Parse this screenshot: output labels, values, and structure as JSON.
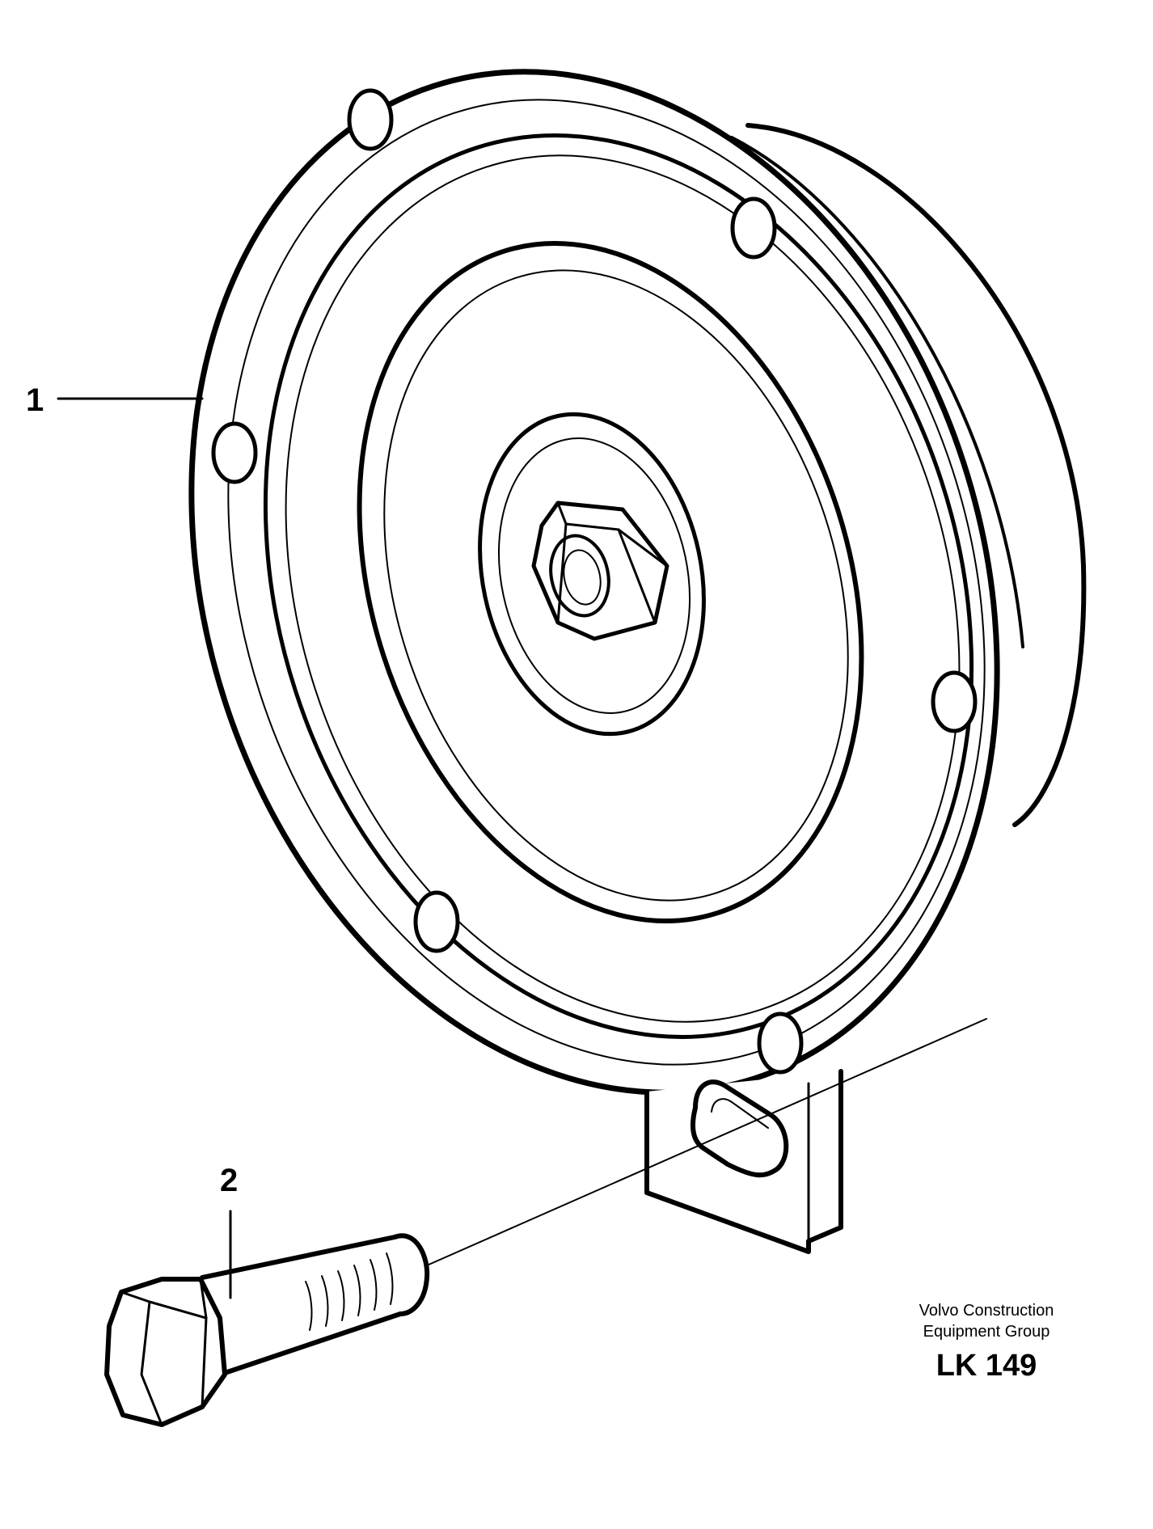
{
  "callouts": [
    {
      "number": "1",
      "part": "horn"
    },
    {
      "number": "2",
      "part": "bolt"
    }
  ],
  "footer": {
    "company_line1": "Volvo Construction",
    "company_line2": "Equipment Group",
    "drawing_code": "LK 149"
  },
  "colors": {
    "line": "#000000",
    "background": "#ffffff"
  }
}
